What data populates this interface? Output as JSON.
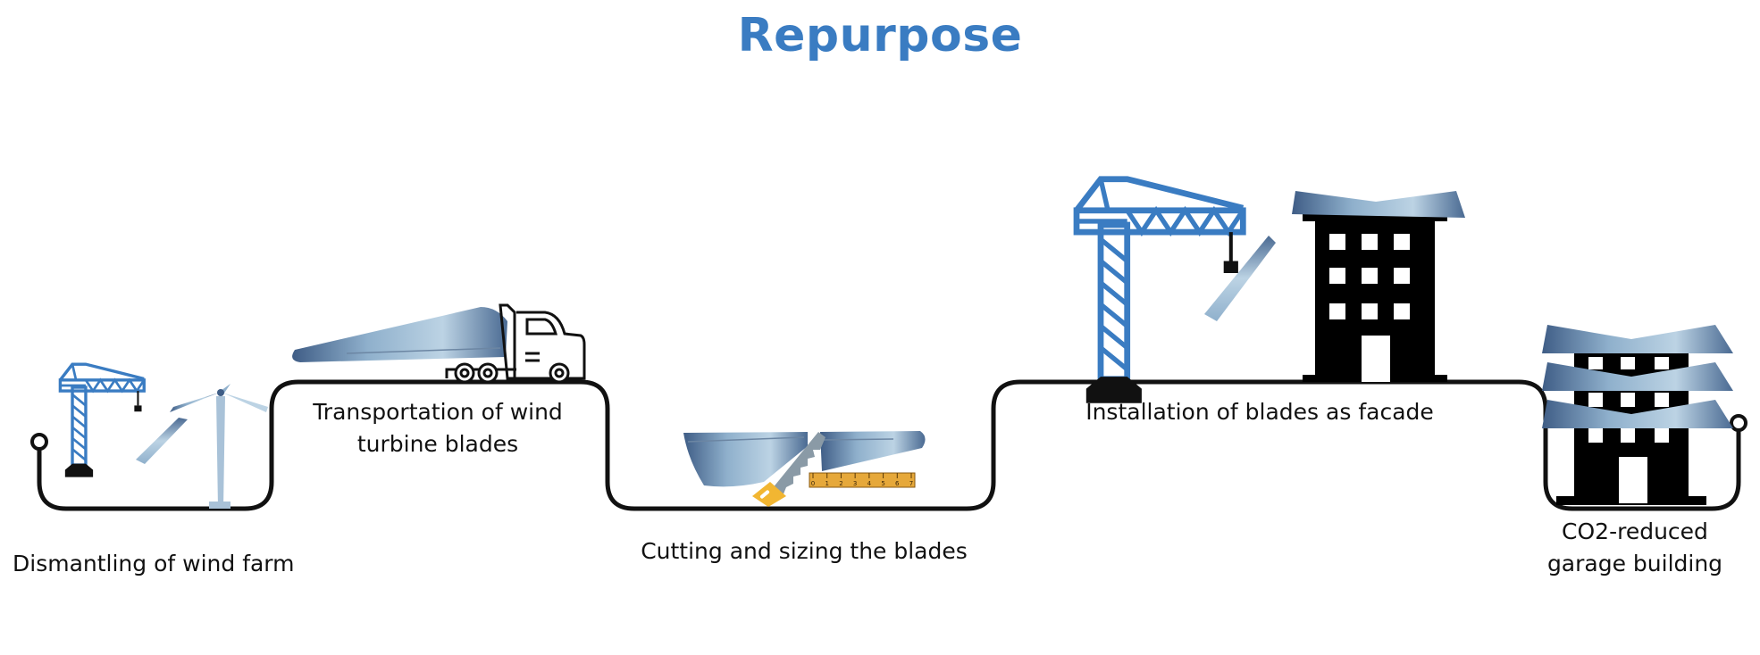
{
  "title": "Repurpose",
  "colors": {
    "title": "#3a7cc2",
    "crane": "#3a7cc2",
    "path": "#111111",
    "blade_light": "#bcd3e4",
    "blade_dark": "#3f5d86",
    "saw_handle": "#f2b632",
    "ruler": "#e6a83a"
  },
  "steps": [
    {
      "id": "dismantling",
      "label": "Dismantling of wind farm",
      "icons": [
        "crane-icon",
        "wind-turbine-icon",
        "blade-icon"
      ]
    },
    {
      "id": "transportation",
      "label_line1": "Transportation of wind",
      "label_line2": "turbine blades",
      "icons": [
        "blade-icon",
        "truck-icon"
      ]
    },
    {
      "id": "cutting",
      "label": "Cutting and sizing the blades",
      "icons": [
        "blade-icon",
        "saw-icon",
        "ruler-icon"
      ]
    },
    {
      "id": "installation",
      "label": "Installation of blades as facade",
      "icons": [
        "crane-icon",
        "blade-icon",
        "building-icon"
      ]
    },
    {
      "id": "result",
      "label_line1": "CO2-reduced",
      "label_line2": "garage building",
      "icons": [
        "building-icon",
        "blade-icon"
      ]
    }
  ],
  "ruler_ticks": [
    "0",
    "1",
    "2",
    "3",
    "4",
    "5",
    "6",
    "7"
  ]
}
